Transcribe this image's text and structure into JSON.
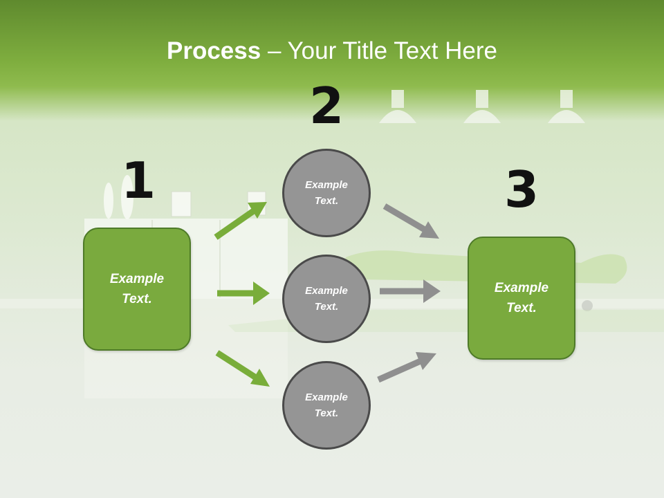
{
  "title": {
    "bold": "Process",
    "rest": " – Your Title Text Here"
  },
  "numbers": {
    "n1": "1",
    "n2": "2",
    "n3": "3"
  },
  "box1": {
    "line1": "Example",
    "line2": "Text."
  },
  "box3": {
    "line1": "Example",
    "line2": "Text."
  },
  "circles": [
    {
      "line1": "Example",
      "line2": "Text."
    },
    {
      "line1": "Example",
      "line2": "Text."
    },
    {
      "line1": "Example",
      "line2": "Text."
    }
  ],
  "colors": {
    "green": "#7aaa3e",
    "green_border": "#4e7a28",
    "gray": "#959595",
    "gray_arrow": "#8f8f8f",
    "arrow_green": "#79ad3a"
  }
}
